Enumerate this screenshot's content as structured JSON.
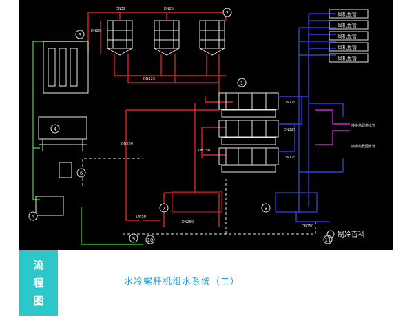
{
  "diagram": {
    "pipe_sizes": {
      "dn32": "DN32",
      "dn25": "DN25",
      "dn20": "DN20",
      "dn125": "DN125",
      "dn250": "DN250",
      "dn50": "DN50"
    },
    "fan_coil_label": "风机盘管",
    "fan_coil_count": 5,
    "inlet_label": "接换热器供水管",
    "return_label": "接换热器回水管",
    "markers": [
      "1",
      "2",
      "3",
      "4",
      "5",
      "6",
      "7",
      "8",
      "9",
      "10",
      "11"
    ],
    "watermark": "制冷百科"
  },
  "tag": {
    "chars": [
      "流",
      "程",
      "图"
    ]
  },
  "caption": "水冷螺杆机组水系统（二）",
  "colors": {
    "background_panel": "#000000",
    "red_pipe": "#e02020",
    "blue_pipe": "#2a3cf0",
    "green_pipe": "#22c922",
    "white_line": "#e6e6e6",
    "magenta_pipe": "#d020d0",
    "accent_tag": "#2ec7c9",
    "caption_text": "#2e9fd6"
  }
}
